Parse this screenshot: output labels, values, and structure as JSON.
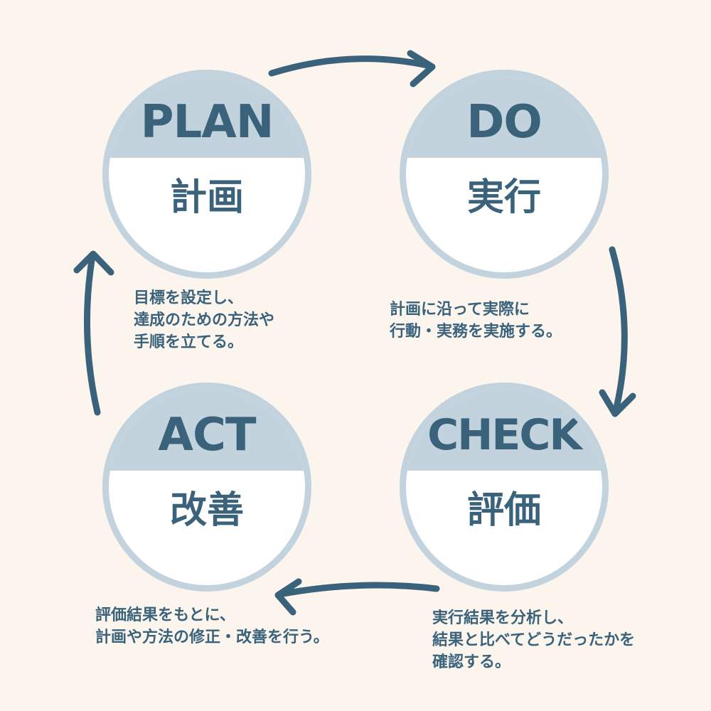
{
  "cycle": {
    "plan": {
      "label": "PLAN",
      "label_ja": "計画",
      "description": [
        "目標を設定し、",
        "達成のための方法や",
        "手順を立てる。"
      ]
    },
    "do": {
      "label": "DO",
      "label_ja": "実行",
      "description": [
        "計画に沿って実際に",
        "行動・実務を実施する。"
      ]
    },
    "check": {
      "label": "CHECK",
      "label_ja": "評価",
      "description": [
        "実行結果を分析し、",
        "結果と比べてどうだったかを",
        "確認する。"
      ]
    },
    "act": {
      "label": "ACT",
      "label_ja": "改善",
      "description": [
        "評価結果をもとに、",
        "計画や方法の修正・改善を行う。"
      ]
    }
  },
  "colors": {
    "background": "#fbf5ee",
    "circle_fill_top": "#c2d3de",
    "circle_fill_bottom": "#ffffff",
    "text": "#3a637b",
    "arrow": "#3a637b"
  }
}
